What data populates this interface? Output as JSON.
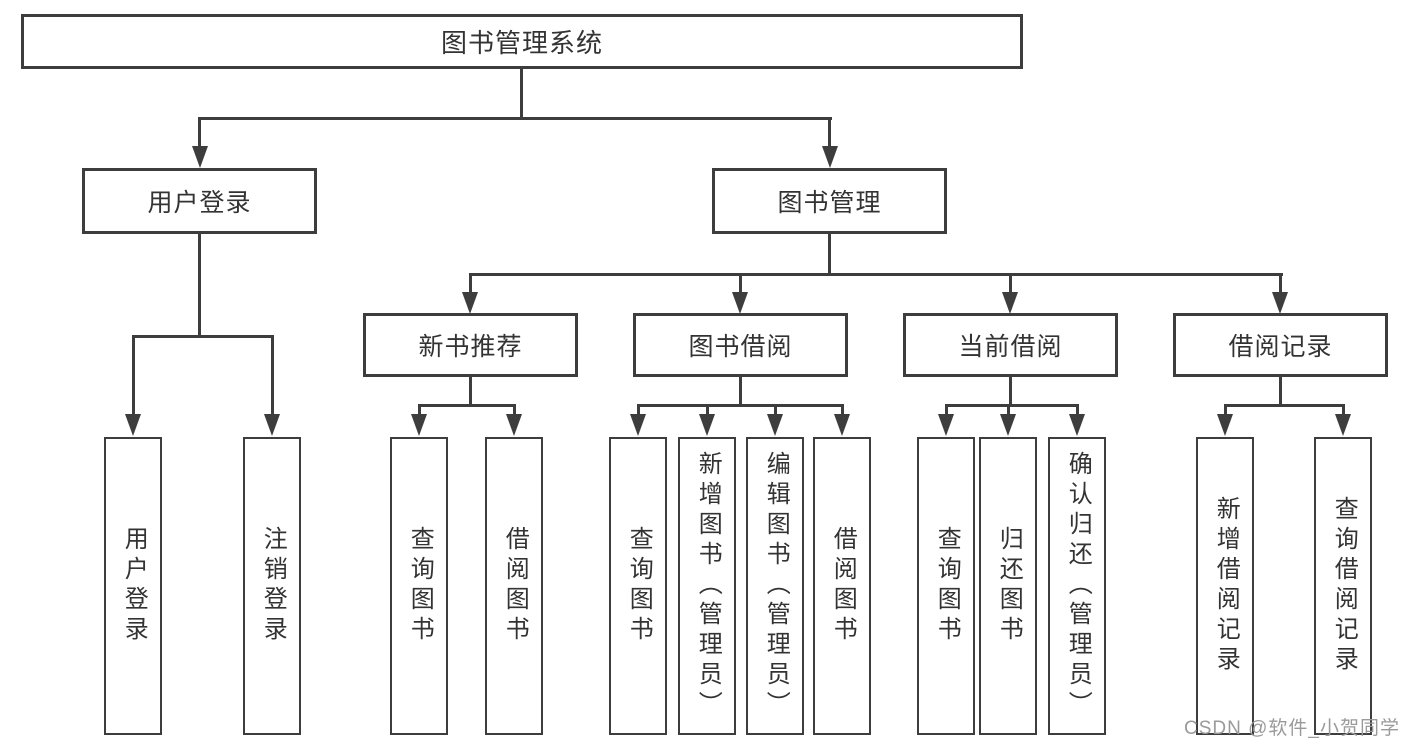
{
  "nodes": {
    "root": "图书管理系统",
    "userLogin": "用户登录",
    "bookManagement": "图书管理",
    "newBookRecommend": "新书推荐",
    "bookBorrow": "图书借阅",
    "currentBorrow": "当前借阅",
    "borrowRecords": "借阅记录",
    "leafUserLogin": "用户登录",
    "leafLogout": "注销登录",
    "leafQueryBooks1": "查询图书",
    "leafBorrowBooks1": "借阅图书",
    "leafQueryBooks2": "查询图书",
    "leafAddBooksAdmin": "新增图书（管理员）",
    "leafEditBooksAdmin": "编辑图书（管理员）",
    "leafBorrowBooks2": "借阅图书",
    "leafQueryBooks3": "查询图书",
    "leafReturnBooks": "归还图书",
    "leafConfirmReturnAdmin": "确认归还（管理员）",
    "leafAddBorrowRecord": "新增借阅记录",
    "leafQueryBorrowRecord": "查询借阅记录"
  },
  "hierarchy": {
    "图书管理系统": {
      "用户登录": [
        "用户登录",
        "注销登录"
      ],
      "图书管理": {
        "新书推荐": [
          "查询图书",
          "借阅图书"
        ],
        "图书借阅": [
          "查询图书",
          "新增图书（管理员）",
          "编辑图书（管理员）",
          "借阅图书"
        ],
        "当前借阅": [
          "查询图书",
          "归还图书",
          "确认归还（管理员）"
        ],
        "借阅记录": [
          "新增借阅记录",
          "查询借阅记录"
        ]
      }
    }
  },
  "watermark": "CSDN @软件_小贺同学",
  "colors": {
    "line": "#3d3d3d",
    "text": "#333333",
    "watermark": "#9a9a9a",
    "background": "#ffffff"
  }
}
